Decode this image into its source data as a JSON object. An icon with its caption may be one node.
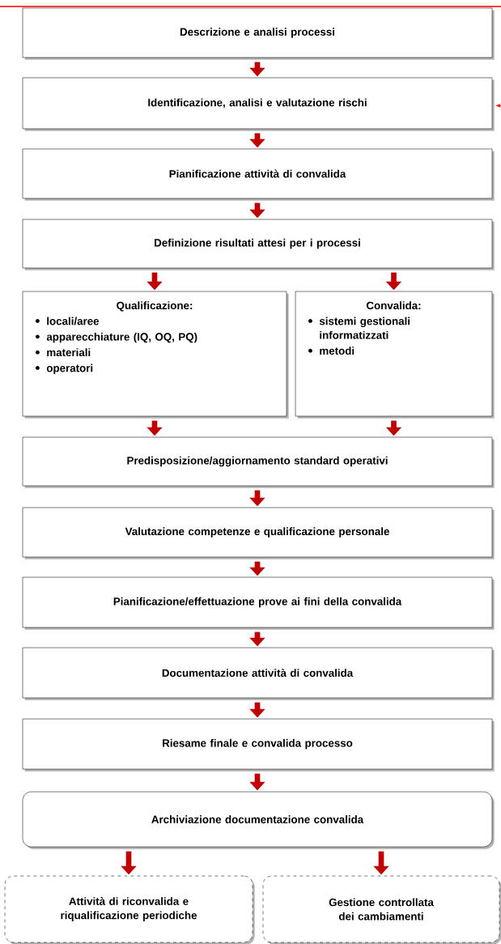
{
  "diagram": {
    "nodes": [
      {
        "text": [
          "Descrizione e analisi processi"
        ]
      },
      {
        "text": [
          "Identificazione, analisi e valutazione rischi"
        ]
      },
      {
        "text": [
          "Pianificazione attività di convalida"
        ]
      },
      {
        "text": [
          "Definizione risultati attesi per i processi"
        ]
      },
      {
        "text": [
          "Qualificazione:",
          "locali/aree",
          "apparecchiature (IQ, OQ, PQ)",
          "materiali",
          "operatori"
        ]
      },
      {
        "text": [
          "Convalida:",
          "sistemi gestionali informatizzati",
          "metodi"
        ]
      },
      {
        "text": [
          "Predisposizione/aggiornamento standard operativi"
        ]
      },
      {
        "text": [
          "Valutazione competenze e qualificazione personale"
        ]
      },
      {
        "text": [
          "Pianificazione/effettuazione  prove ai fini della convalida"
        ]
      },
      {
        "text": [
          "Documentazione attività di convalida"
        ]
      },
      {
        "text": [
          "Riesame finale e convalida processo"
        ]
      },
      {
        "text": [
          "Archiviazione documentazione convalida"
        ]
      },
      {
        "text": [
          "Attività di riconvalida e riqualificazione periodiche"
        ]
      },
      {
        "text": [
          "Gestione controllata dei cambiamenti"
        ]
      }
    ],
    "edges": [
      {
        "from": 0,
        "to": 1,
        "arrow": "to"
      },
      {
        "from": 1,
        "to": 2,
        "arrow": "to"
      },
      {
        "from": 2,
        "to": 3,
        "arrow": "to"
      },
      {
        "from": 3,
        "to": 4,
        "arrow": "to"
      },
      {
        "from": 3,
        "to": 5,
        "arrow": "to"
      },
      {
        "from": 4,
        "to": 6,
        "arrow": "to"
      },
      {
        "from": 5,
        "to": 6,
        "arrow": "to"
      },
      {
        "from": 6,
        "to": 7,
        "arrow": "to"
      },
      {
        "from": 7,
        "to": 8,
        "arrow": "to"
      },
      {
        "from": 8,
        "to": 9,
        "arrow": "to"
      },
      {
        "from": 9,
        "to": 10,
        "arrow": "to"
      },
      {
        "from": 10,
        "to": 11,
        "arrow": "to"
      },
      {
        "from": 11,
        "to": 12,
        "arrow": "to"
      },
      {
        "from": 11,
        "to": 13,
        "arrow": "to"
      },
      {
        "from": null,
        "to": 1,
        "arrow": "to",
        "color": "#ee1111"
      }
    ]
  }
}
